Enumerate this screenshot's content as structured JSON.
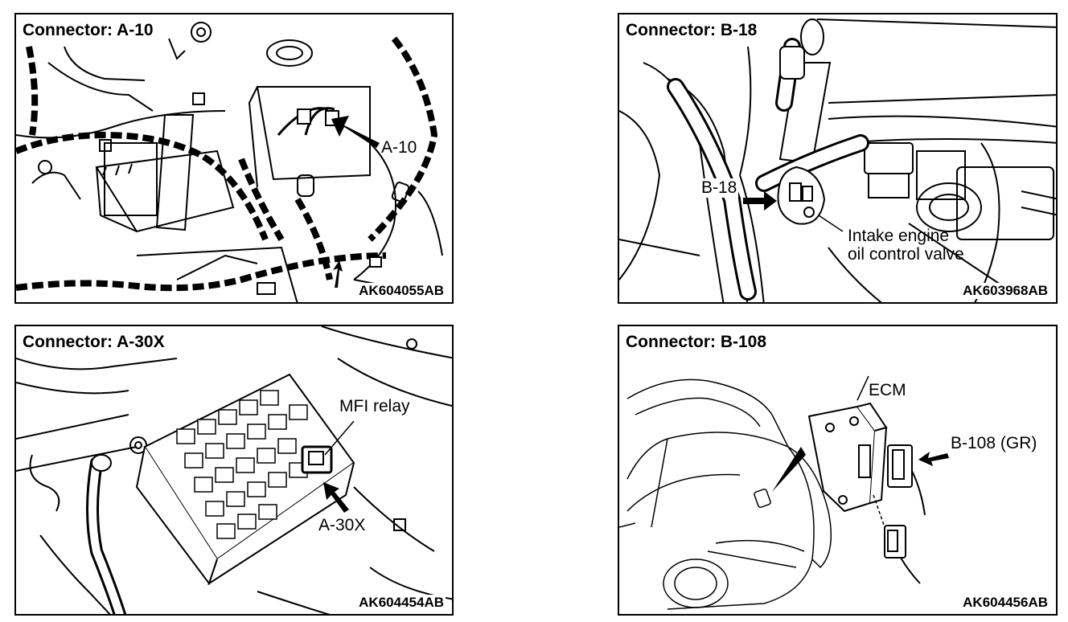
{
  "panels": [
    {
      "title": "Connector: A-10",
      "code": "AK604055AB",
      "callout": "A-10"
    },
    {
      "title": "Connector: B-18",
      "code": "AK603968AB",
      "callout": "B-18",
      "component": "Intake engine\noil control valve"
    },
    {
      "title": "Connector: A-30X",
      "code": "AK604454AB",
      "callout": "A-30X",
      "component": "MFI relay"
    },
    {
      "title": "Connector: B-108",
      "code": "AK604456AB",
      "callout": "B-108 (GR)",
      "component": "ECM"
    }
  ]
}
